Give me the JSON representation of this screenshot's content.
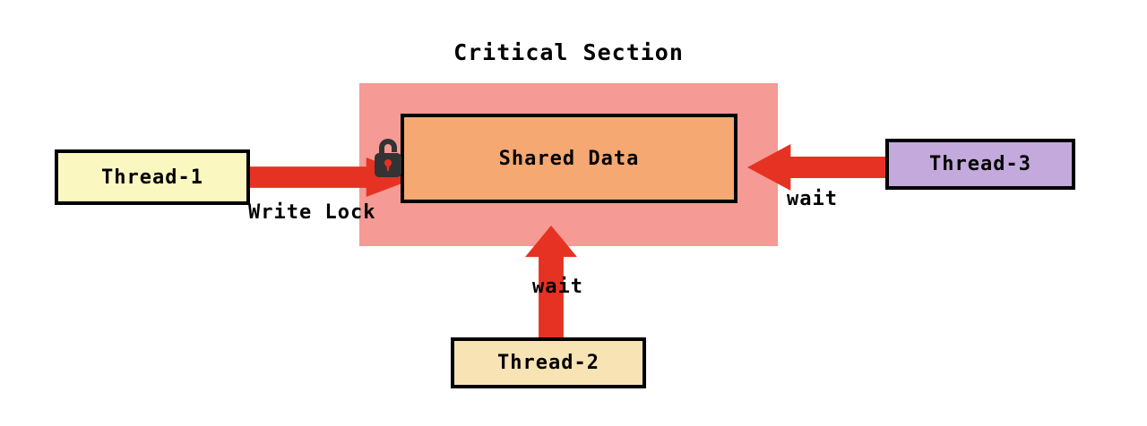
{
  "diagram": {
    "title": "Critical Section",
    "colors": {
      "critical_section_fill": "#F59A94",
      "shared_data_fill": "#F5A871",
      "arrow_red": "#E63223",
      "thread1_fill": "#FAF7C0",
      "thread2_fill": "#F7E3B4",
      "thread3_fill": "#C3A9DC",
      "border_black": "#000000",
      "lock_body": "#333333",
      "lock_keyhole": "#E63223"
    },
    "shared_data": {
      "label": "Shared Data"
    },
    "lock": {
      "icon": "padlock-icon",
      "state": "locked"
    },
    "threads": [
      {
        "id": "thread-1",
        "label": "Thread-1",
        "relation": "Write Lock"
      },
      {
        "id": "thread-2",
        "label": "Thread-2",
        "relation": "wait"
      },
      {
        "id": "thread-3",
        "label": "Thread-3",
        "relation": "wait"
      }
    ],
    "arrows": [
      {
        "id": "arrow-write-lock",
        "label": "Write Lock",
        "direction": "right",
        "from": "Thread-1",
        "to": "Shared Data"
      },
      {
        "id": "arrow-wait-bottom",
        "label": "wait",
        "direction": "up",
        "from": "Thread-2",
        "to": "Shared Data"
      },
      {
        "id": "arrow-wait-right",
        "label": "wait",
        "direction": "left",
        "from": "Thread-3",
        "to": "Shared Data"
      }
    ]
  }
}
